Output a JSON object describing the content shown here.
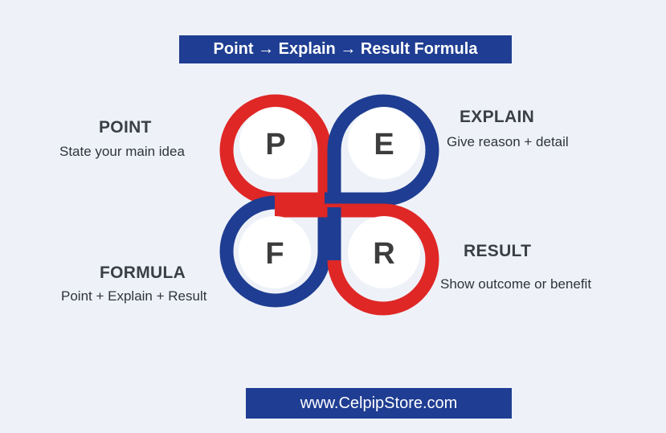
{
  "title": "Point → Explain → Result Formula",
  "footer": "www.CelpipStore.com",
  "colors": {
    "red": "#df2726",
    "blue": "#1f3d92",
    "background": "#eef2f8"
  },
  "sections": {
    "point": {
      "letter": "P",
      "heading": "POINT",
      "description": "State your main idea"
    },
    "explain": {
      "letter": "E",
      "heading": "EXPLAIN",
      "description": "Give reason + detail"
    },
    "formula": {
      "letter": "F",
      "heading": "FORMULA",
      "description": "Point + Explain + Result"
    },
    "result": {
      "letter": "R",
      "heading": "RESULT",
      "description": "Show outcome or benefit"
    }
  }
}
